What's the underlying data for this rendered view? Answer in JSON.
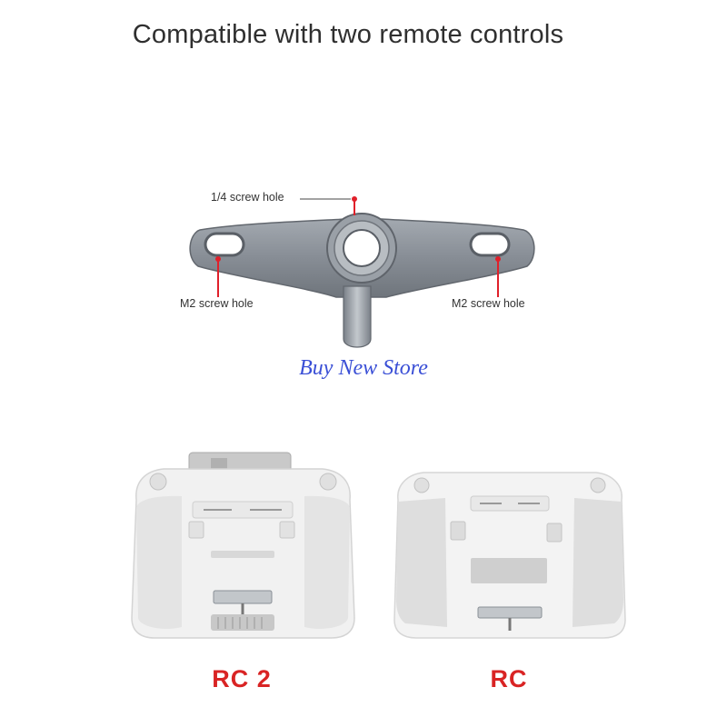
{
  "headline": "Compatible with two remote controls",
  "bracket": {
    "callout_top": "1/4 screw hole",
    "callout_left": "M2 screw hole",
    "callout_right": "M2 screw hole",
    "marker_color": "#e0202a",
    "metal_color": "#8a9097"
  },
  "watermark": "Buy New Store",
  "controllers": [
    {
      "label": "RC 2",
      "icon": "remote-controller-rc2-illustration"
    },
    {
      "label": "RC",
      "icon": "remote-controller-rc-illustration"
    }
  ],
  "label_color": "#d92424"
}
